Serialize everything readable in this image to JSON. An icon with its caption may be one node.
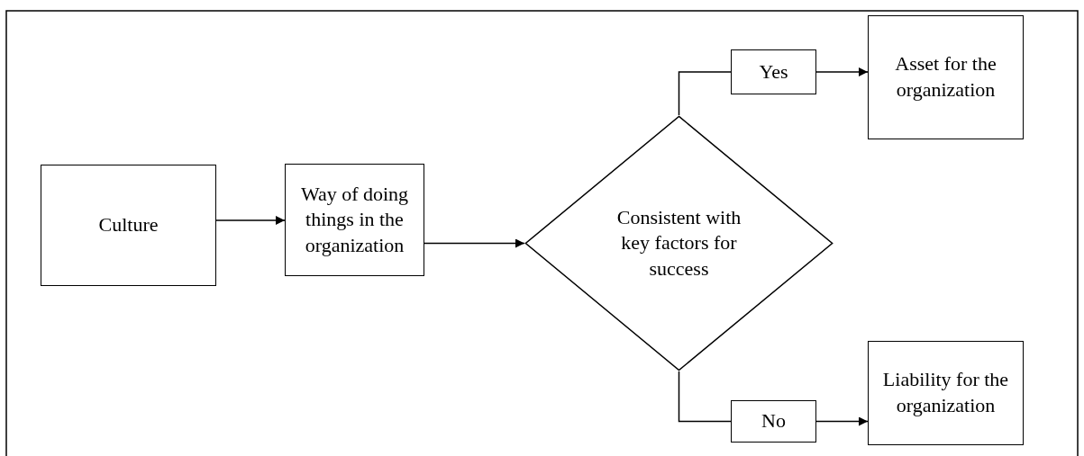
{
  "diagram": {
    "nodes": [
      {
        "text": [
          "Culture"
        ]
      },
      {
        "text": [
          "Way of doing things in the organization"
        ]
      },
      {
        "text": [
          "Consistent with key factors for success"
        ]
      },
      {
        "text": [
          "Yes"
        ]
      },
      {
        "text": [
          "Asset for the organization"
        ]
      },
      {
        "text": [
          "No"
        ]
      },
      {
        "text": [
          "Liability for the organization"
        ]
      }
    ],
    "edges": [
      {
        "from": 0,
        "to": 1,
        "arrow": "to"
      },
      {
        "from": 1,
        "to": 2,
        "arrow": "to"
      },
      {
        "from": 2,
        "to": 3,
        "arrow": "none"
      },
      {
        "from": 3,
        "to": 4,
        "arrow": "to"
      },
      {
        "from": 2,
        "to": 5,
        "arrow": "none"
      },
      {
        "from": 5,
        "to": 6,
        "arrow": "to"
      }
    ]
  }
}
